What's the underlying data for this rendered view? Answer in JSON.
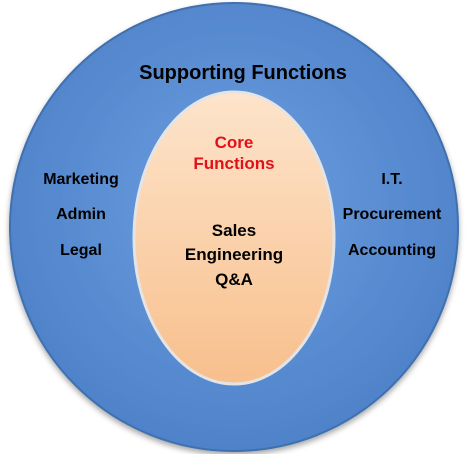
{
  "outer": {
    "title": "Supporting Functions",
    "fill": "#5b8fd6",
    "stroke": "#3f6fae"
  },
  "left_items": [
    {
      "label": "Marketing"
    },
    {
      "label": "Admin"
    },
    {
      "label": "Legal"
    }
  ],
  "right_items": [
    {
      "label": "I.T."
    },
    {
      "label": "Procurement"
    },
    {
      "label": "Accounting"
    }
  ],
  "core": {
    "title_line1": "Core",
    "title_line2": "Functions",
    "title_color": "#e3101a",
    "fill": "#f9c79a",
    "stroke": "#e4e4e4",
    "items": [
      {
        "label": "Sales"
      },
      {
        "label": "Engineering"
      },
      {
        "label": "Q&A"
      }
    ]
  }
}
